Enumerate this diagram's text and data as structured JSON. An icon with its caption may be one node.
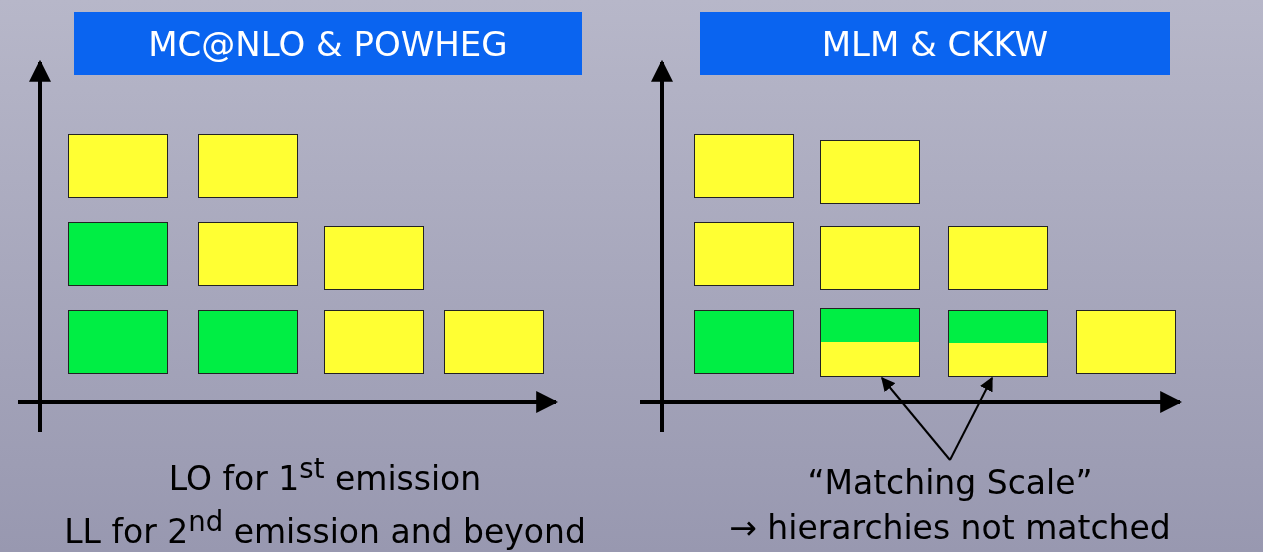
{
  "diagram": {
    "nodes": [
      {
        "text": [
          "MC@NLO & POWHEG"
        ]
      },
      {
        "text": [
          "MLM & CKKW"
        ]
      },
      {
        "text": [],
        "shape": "box"
      },
      {
        "text": [],
        "shape": "box"
      },
      {
        "text": [
          "“Matching Scale”"
        ]
      }
    ],
    "edges": [
      {
        "from": 4,
        "to": 2,
        "arrow": "to"
      },
      {
        "from": 4,
        "to": 3,
        "arrow": "to"
      }
    ],
    "labels": [
      "LO for 1$^{st}$ emission",
      "LL for 2$^{nd}$ emission and beyond",
      "→ hierarchies not matched"
    ]
  }
}
